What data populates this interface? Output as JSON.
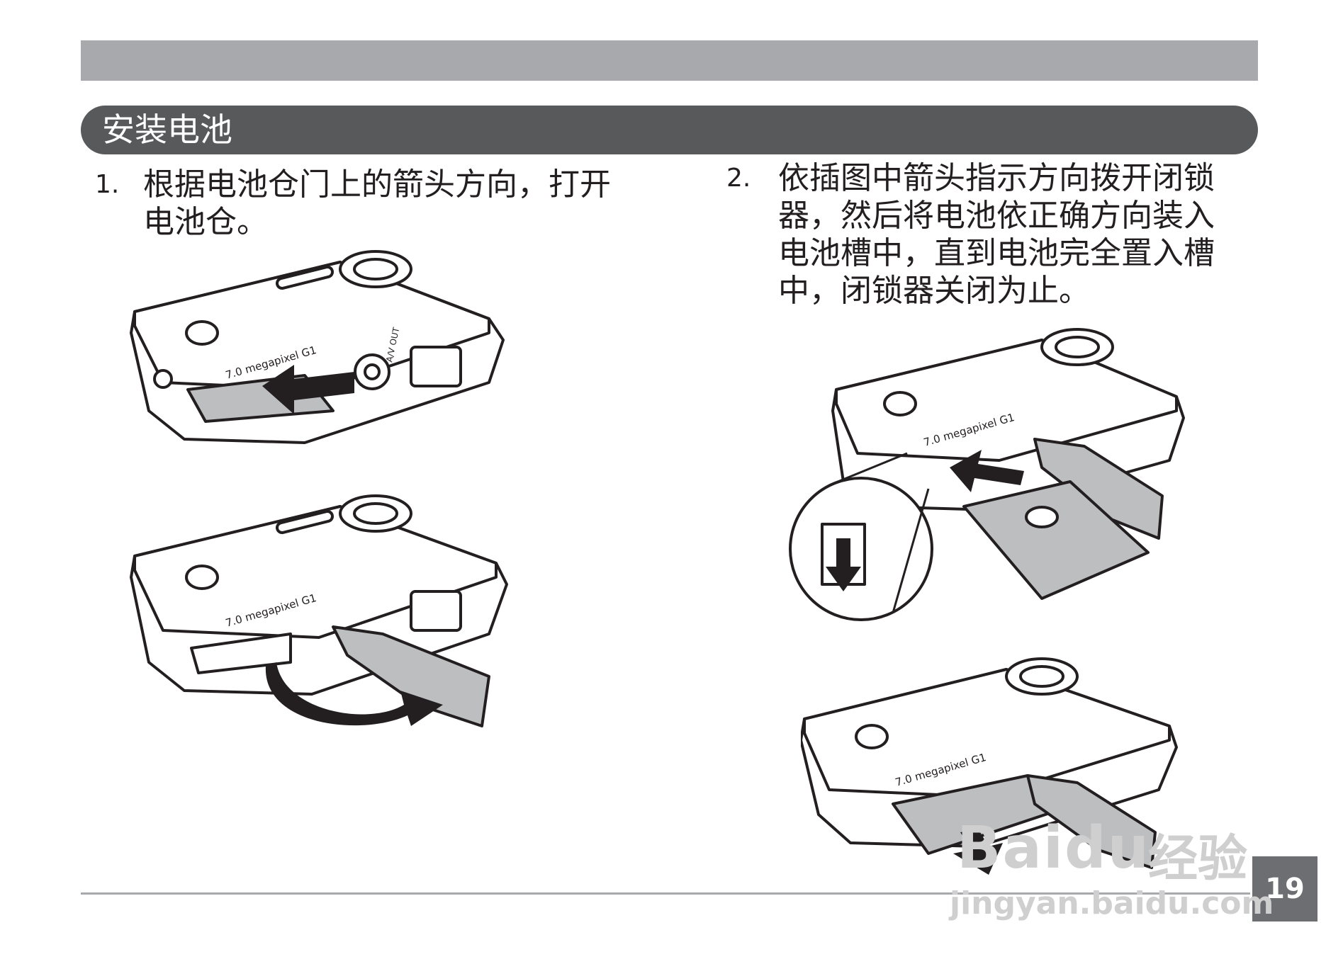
{
  "header": {
    "title": "安装电池"
  },
  "steps": [
    {
      "number": "1.",
      "text": "根据电池仓门上的箭头方向，打开电池仓。"
    },
    {
      "number": "2.",
      "text": "依插图中箭头指示方向拨开闭锁器，然后将电池依正确方向装入电池槽中，直到电池完全置入槽中，闭锁器关闭为止。"
    }
  ],
  "camera": {
    "brand_label": "7.0 megapixel G1",
    "port_label": "A/V OUT"
  },
  "footer": {
    "page_number": "19"
  },
  "watermark": {
    "logo": "Baidu",
    "name": "经验",
    "url": "jingyan.baidu.com"
  },
  "colors": {
    "top_bar": "#a7a9ac",
    "header_bg": "#58595b",
    "page_box": "#6d6e71",
    "text": "#231f20"
  }
}
